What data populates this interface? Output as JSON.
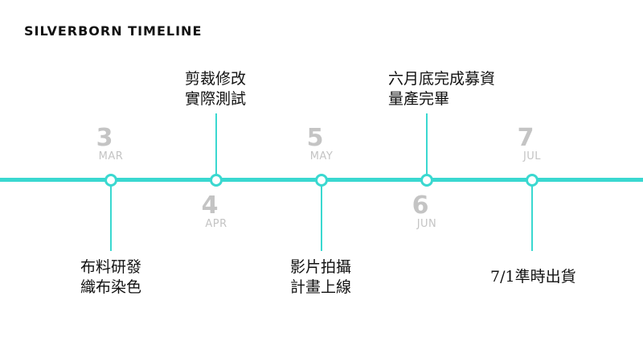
{
  "title": "SILVERBORN TIMELINE",
  "colors": {
    "accent": "#3ad8d0",
    "month_text": "#c4c4c4",
    "text": "#111111"
  },
  "months": [
    {
      "num": "3",
      "abbr": "MAR"
    },
    {
      "num": "4",
      "abbr": "APR"
    },
    {
      "num": "5",
      "abbr": "MAY"
    },
    {
      "num": "6",
      "abbr": "JUN"
    },
    {
      "num": "7",
      "abbr": "JUL"
    }
  ],
  "milestones": [
    {
      "lines": [
        "布料研發",
        "織布染色"
      ]
    },
    {
      "lines": [
        "剪裁修改",
        "實際測試"
      ]
    },
    {
      "lines": [
        "影片拍攝",
        "計畫上線"
      ]
    },
    {
      "lines": [
        "六月底完成募資",
        "量產完畢"
      ]
    },
    {
      "lines": [
        "7/1準時出貨"
      ]
    }
  ]
}
